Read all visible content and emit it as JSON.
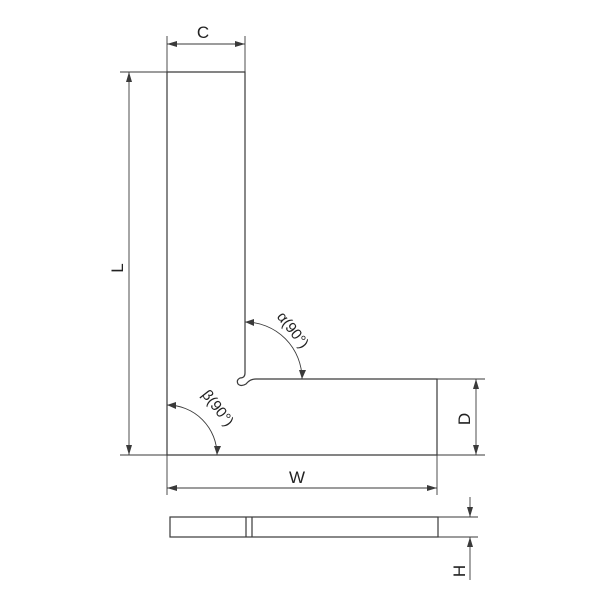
{
  "labels": {
    "c": "C",
    "l": "L",
    "w": "W",
    "d": "D",
    "h": "H",
    "alpha": "α(90°)",
    "beta": "β(90°)"
  },
  "colors": {
    "line": "#3a3a3a",
    "text": "#222222",
    "background": "#ffffff"
  }
}
